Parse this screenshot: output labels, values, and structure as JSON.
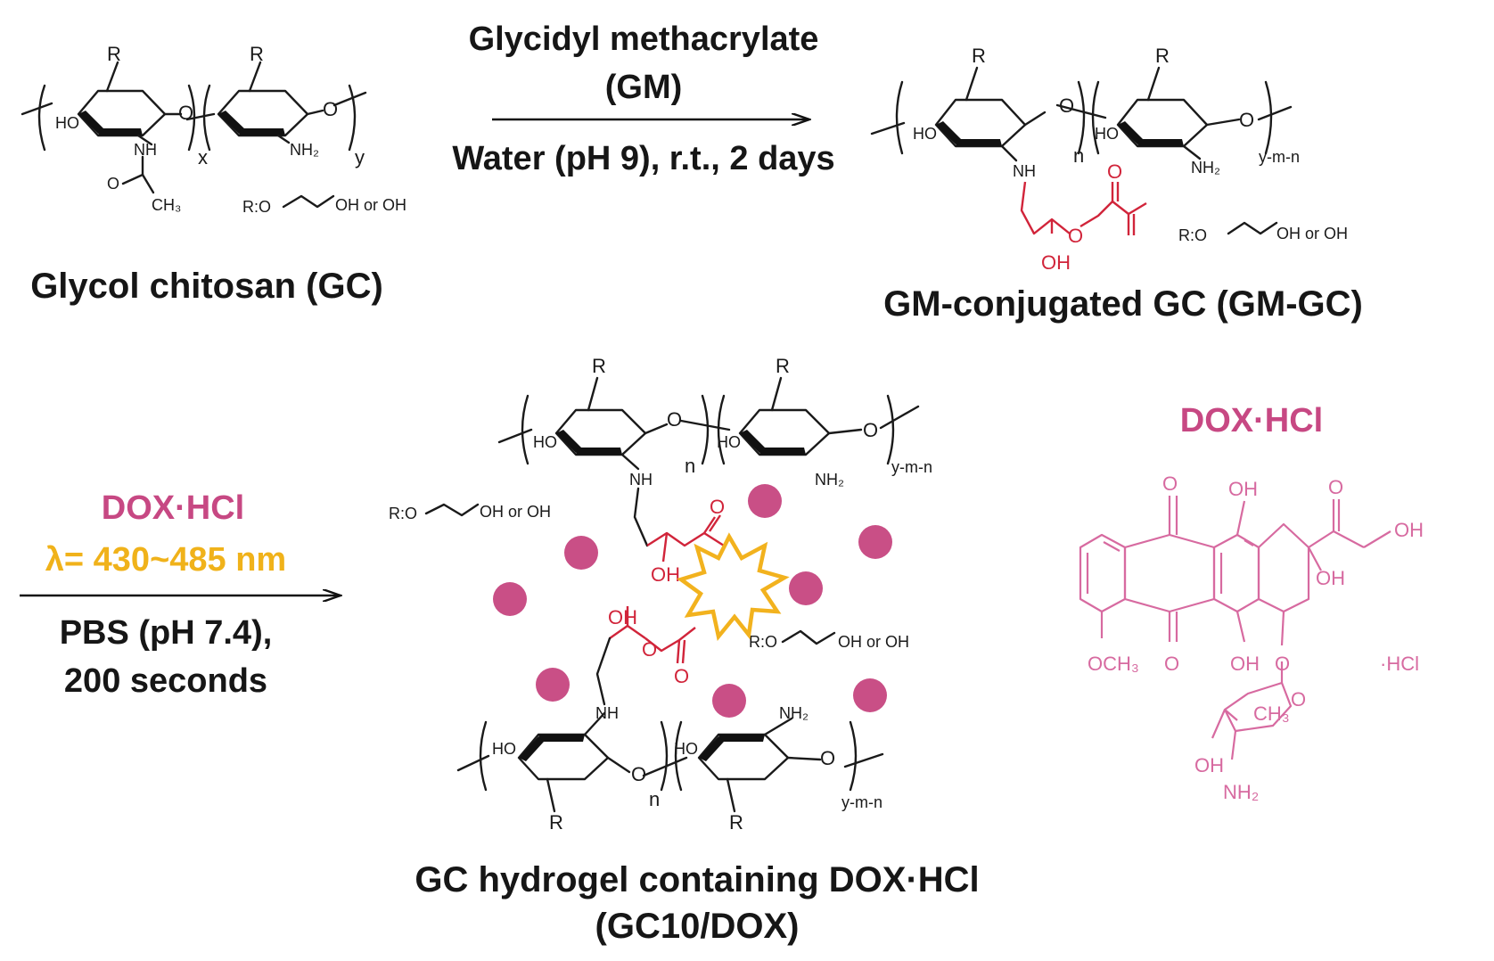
{
  "reagent_top": {
    "line1": "Glycidyl methacrylate",
    "line2": "(GM)",
    "line3": "Water (pH 9), r.t., 2 days"
  },
  "labels": {
    "gc": "Glycol chitosan (GC)",
    "gm_gc": "GM-conjugated GC (GM-GC)",
    "hydrogel_line1": "GC hydrogel containing DOX·HCl",
    "hydrogel_line2": "(GC10/DOX)",
    "dox_title": "DOX·HCl"
  },
  "reagent_bottom": {
    "drug": "DOX·HCl",
    "wavelength": "λ= 430~485 nm",
    "buffer": "PBS (pH 7.4),",
    "time": "200 seconds"
  },
  "atoms": {
    "R": "R",
    "HO": "HO",
    "O": "O",
    "NH": "NH",
    "NH2": "NH₂",
    "OH": "OH",
    "CH3": "CH₃",
    "x": "x",
    "y": "y",
    "n": "n",
    "ymn": "y-m-n",
    "r_def": "R:O",
    "or_oh": "OH  or  OH",
    "och3": "OCH₃",
    "hcl": "·HCl"
  },
  "colors": {
    "drug_pink": "#c74883",
    "light_gold": "#f0b21a",
    "gm_red": "#d1243a",
    "dox_structure": "#d76aa0"
  }
}
